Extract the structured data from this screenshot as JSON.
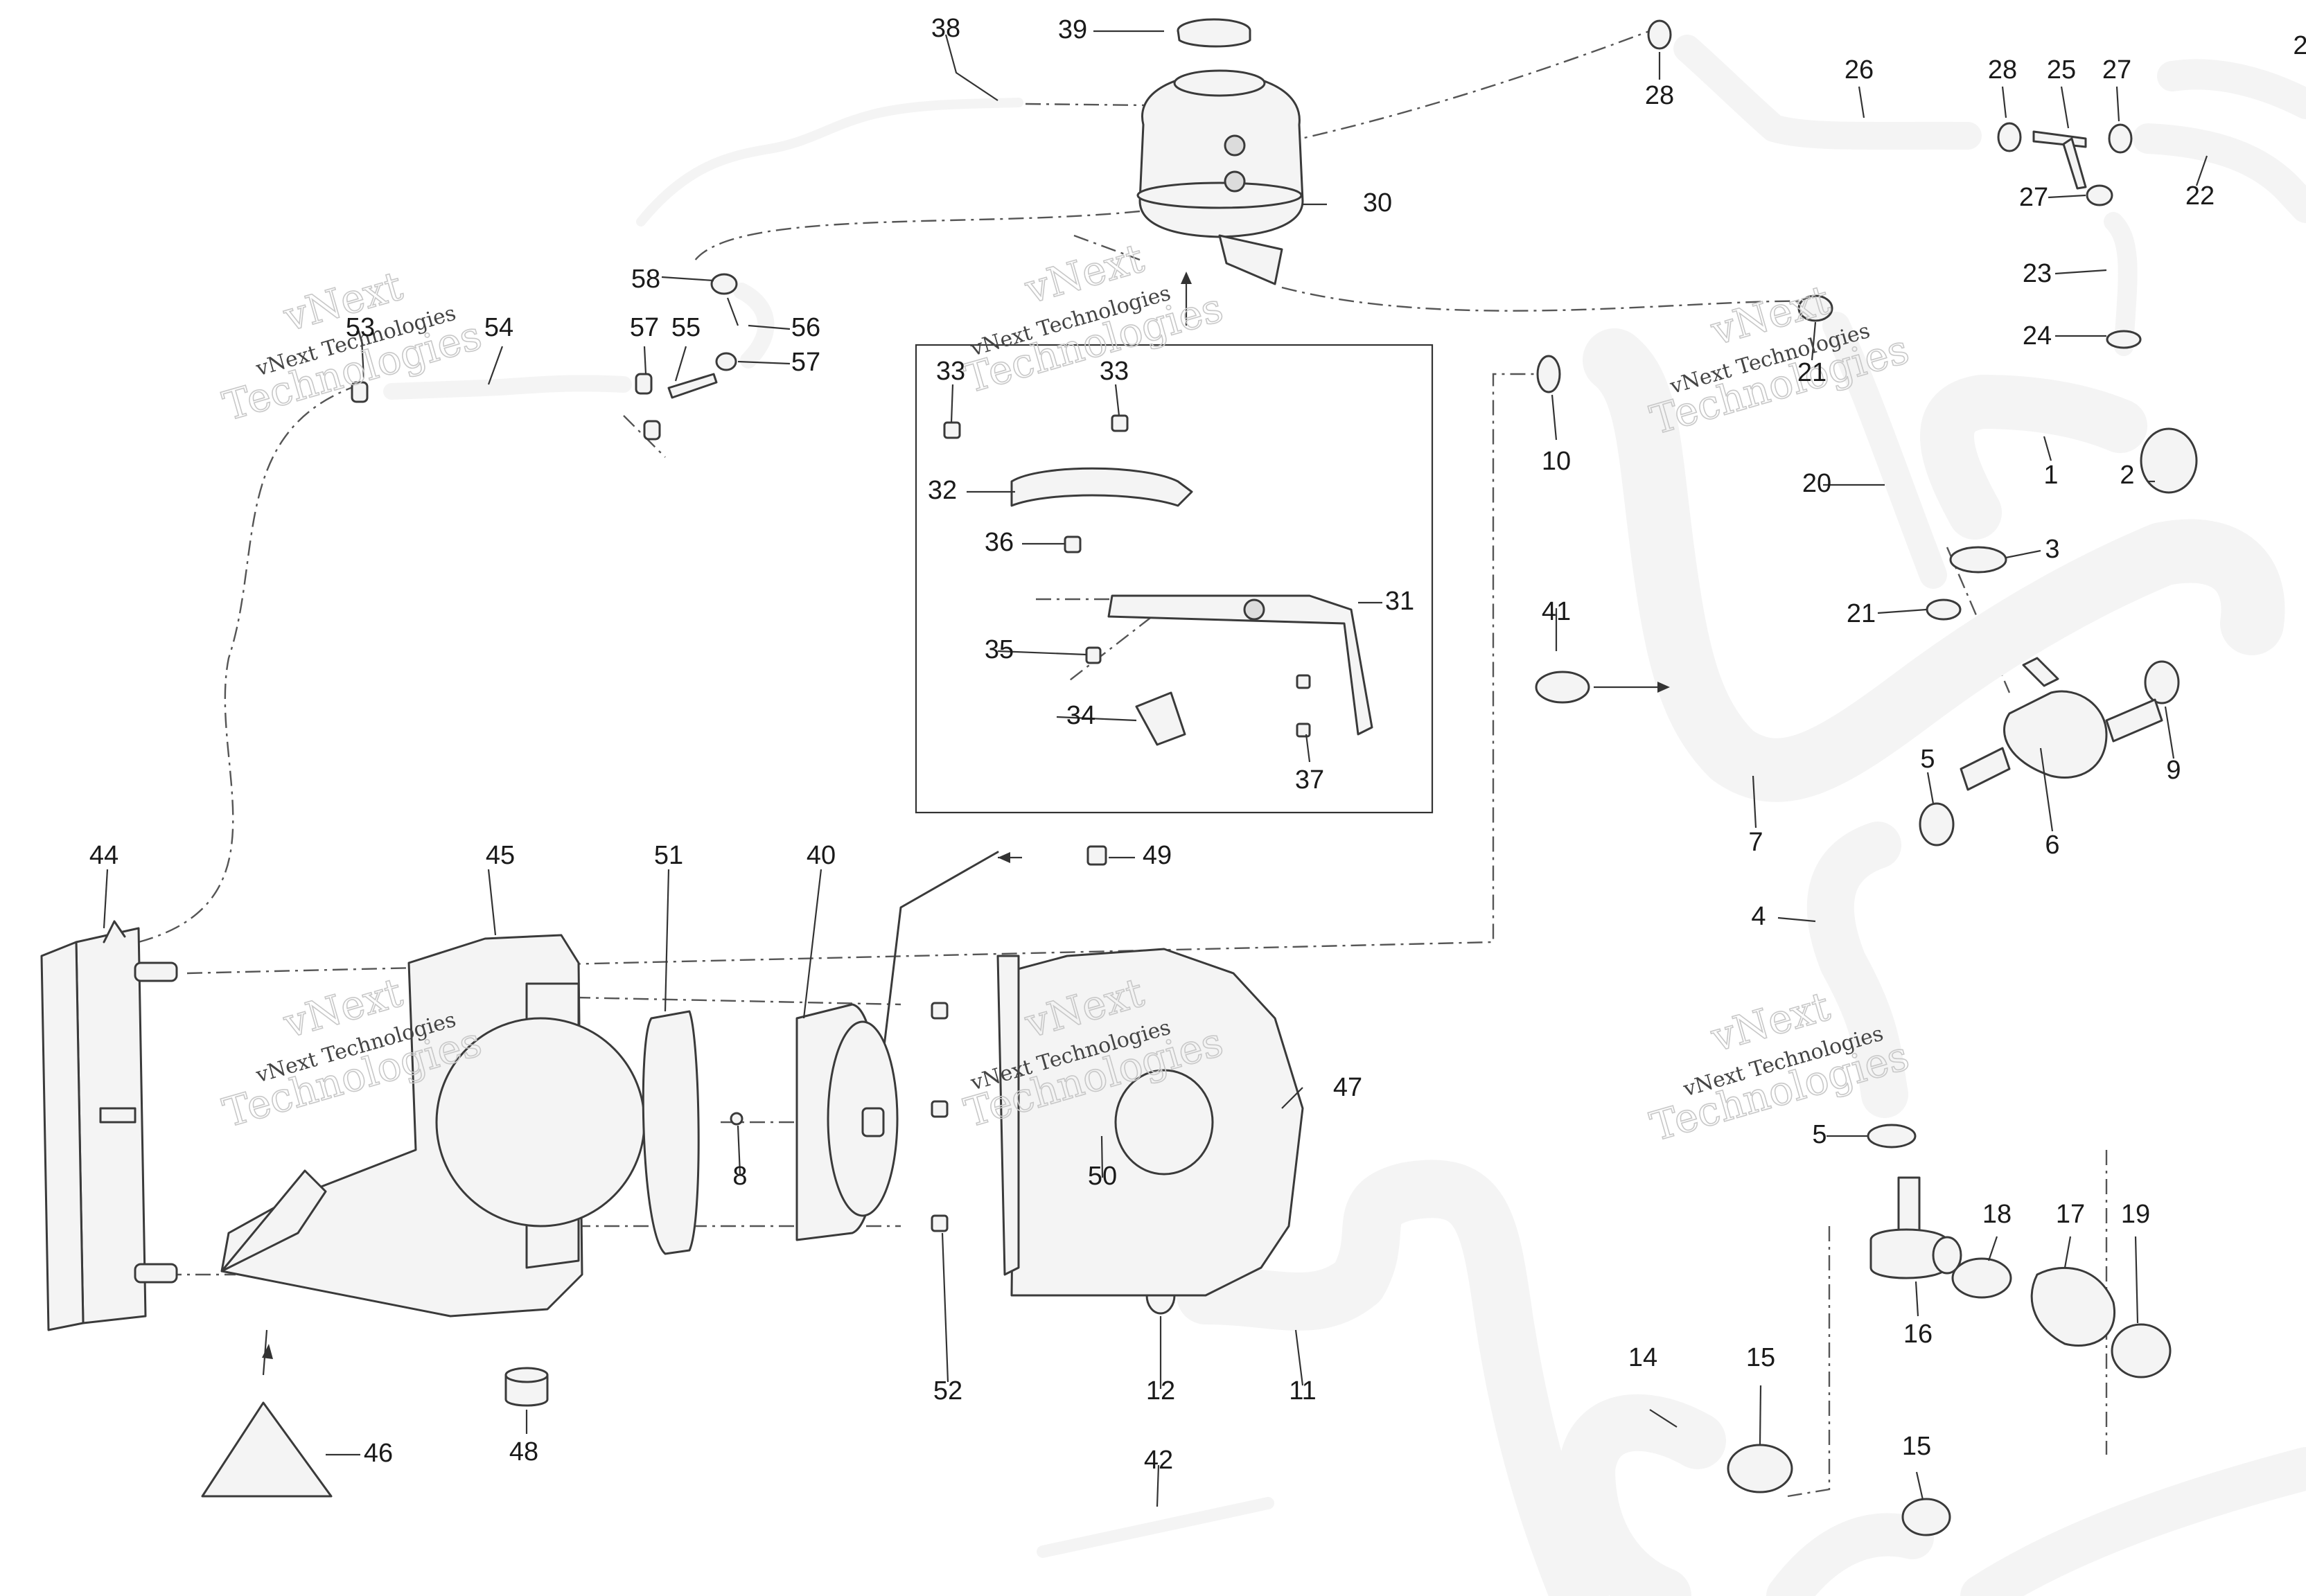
{
  "watermarks": [
    {
      "brand": "vNext",
      "line": "vNext Technologies",
      "big": "Technologies"
    },
    {
      "brand": "vNext",
      "line": "vNext Technologies",
      "big": "Technologies"
    },
    {
      "brand": "vNext",
      "line": "vNext Technologies",
      "big": "Technologies"
    },
    {
      "brand": "vNext",
      "line": "vNext Technologies",
      "big": "Technologies"
    },
    {
      "brand": "vNext",
      "line": "vNext Technologies",
      "big": "Technologies"
    },
    {
      "brand": "vNext",
      "line": "vNext Technologies",
      "big": "Technologies"
    }
  ],
  "callouts": {
    "c1": "1",
    "c2": "2",
    "c3": "3",
    "c4": "4",
    "c5a": "5",
    "c5b": "5",
    "c6": "6",
    "c7": "7",
    "c8": "8",
    "c9": "9",
    "c10": "10",
    "c11": "11",
    "c12": "12",
    "c14": "14",
    "c15a": "15",
    "c15b": "15",
    "c16": "16",
    "c17": "17",
    "c18": "18",
    "c19": "19",
    "c20": "20",
    "c21a": "21",
    "c21b": "21",
    "c22": "22",
    "c23": "23",
    "c24": "24",
    "c25": "25",
    "c26": "26",
    "c27a": "27",
    "c27b": "27",
    "c28a": "28",
    "c28b": "28",
    "c29": "2",
    "c30": "30",
    "c31": "31",
    "c32": "32",
    "c33a": "33",
    "c33b": "33",
    "c34": "34",
    "c35": "35",
    "c36": "36",
    "c37": "37",
    "c38": "38",
    "c39": "39",
    "c40": "40",
    "c41": "41",
    "c42": "42",
    "c44": "44",
    "c45": "45",
    "c46": "46",
    "c47": "47",
    "c48": "48",
    "c49": "49",
    "c50": "50",
    "c51": "51",
    "c52": "52",
    "c53": "53",
    "c54": "54",
    "c55": "55",
    "c56": "56",
    "c57a": "57",
    "c57b": "57",
    "c58": "58"
  }
}
